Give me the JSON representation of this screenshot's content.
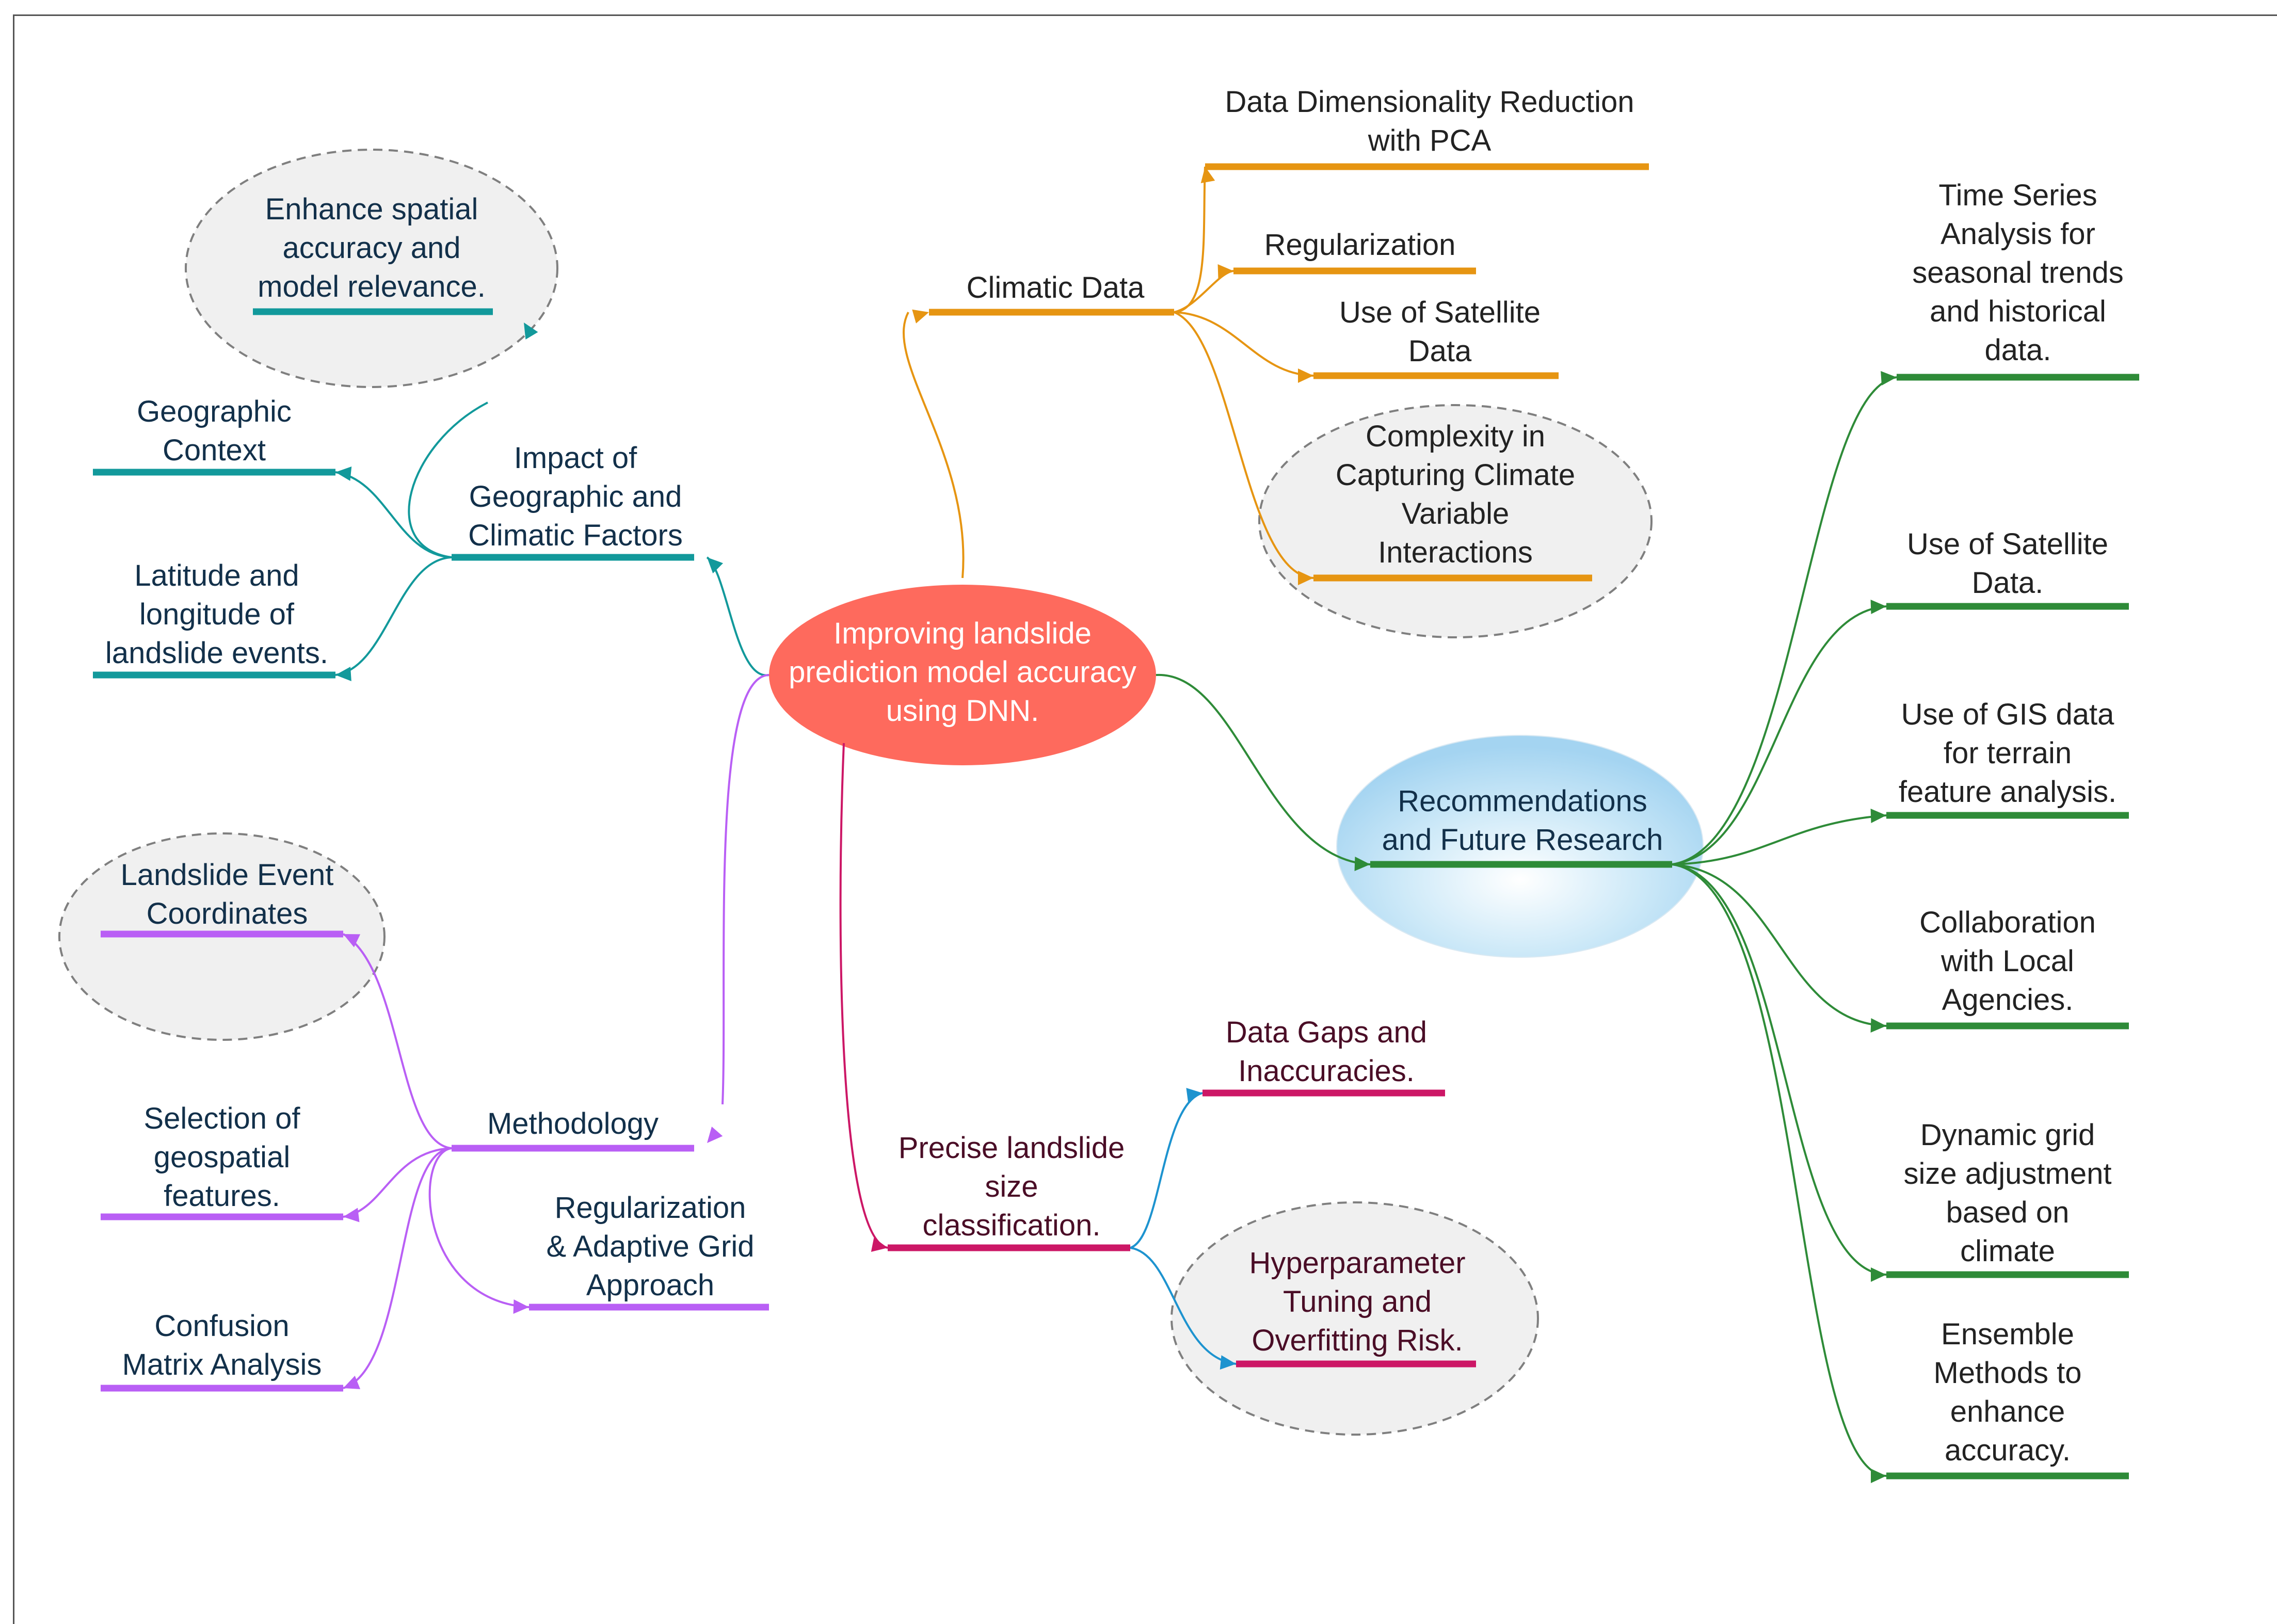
{
  "colors": {
    "teal": "#12999b",
    "orange": "#e69512",
    "violet": "#b95ff5",
    "crimson": "#cc1766",
    "blue": "#1d93cf",
    "green": "#2e8b38",
    "root_fill": "#fe6a5d",
    "bubble_fill": "#f0f0f0",
    "bubble_border": "#7f7f7f"
  },
  "nodes": {
    "root": "Improving landslide\nprediction model accuracy\nusing DNN.",
    "climatic_data": "Climatic Data",
    "pca": "Data Dimensionality Reduction\nwith PCA",
    "regularization": "Regularization",
    "satellite_climate": "Use of Satellite\nData",
    "complexity": "Complexity in\nCapturing Climate\nVariable\nInteractions",
    "impact": "Impact of\nGeographic and\nClimatic Factors",
    "enhance": "Enhance spatial\naccuracy and\nmodel relevance.",
    "geo_context": "Geographic\nContext",
    "latlong": "Latitude and\nlongitude of\nlandslide events.",
    "methodology": "Methodology",
    "event_coords": "Landslide Event\nCoordinates",
    "selection": "Selection of\ngeospatial\nfeatures.",
    "confusion": "Confusion\nMatrix Analysis",
    "reg_adaptive": "Regularization\n& Adaptive Grid\nApproach",
    "precise": "Precise landslide\nsize\nclassification.",
    "data_gaps": "Data Gaps and\nInaccuracies.",
    "hyperparameter": "Hyperparameter\nTuning and\nOverfitting Risk.",
    "recommendations": "Recommendations\nand Future Research",
    "time_series": "Time Series\nAnalysis for\nseasonal trends\nand historical\ndata.",
    "satellite_rec": "Use of Satellite\nData.",
    "gis": "Use of GIS data\nfor terrain\nfeature analysis.",
    "collaboration": "Collaboration\nwith Local\nAgencies.",
    "dynamic_grid": "Dynamic grid\nsize adjustment\nbased on\nclimate",
    "ensemble": "Ensemble\nMethods to\nenhance\naccuracy."
  }
}
